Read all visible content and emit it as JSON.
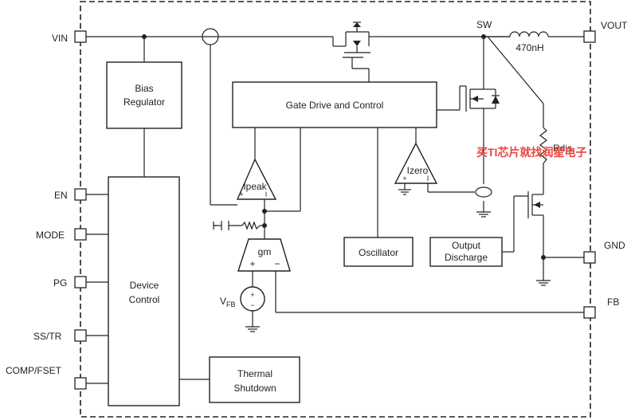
{
  "pins": {
    "vin": "VIN",
    "en": "EN",
    "mode": "MODE",
    "pg": "PG",
    "ss_tr": "SS/TR",
    "comp_fset": "COMP/FSET",
    "sw": "SW",
    "vout": "VOUT",
    "gnd": "GND",
    "fb": "FB"
  },
  "blocks": {
    "bias_regulator": [
      "Bias",
      "Regulator"
    ],
    "device_control": [
      "Device",
      "Control"
    ],
    "thermal_shutdown": [
      "Thermal",
      "Shutdown"
    ],
    "gate_drive": "Gate Drive and Control",
    "oscillator": "Oscillator",
    "output_discharge": [
      "Output",
      "Discharge"
    ]
  },
  "amplifiers": {
    "ipeak": "Ipeak",
    "izero": "Izero",
    "gm": "gm"
  },
  "components": {
    "inductor": "470nH",
    "rdis": "Rdis",
    "vfb_main": "V",
    "vfb_sub": "FB"
  },
  "signs": {
    "plus": "+",
    "minus": "−",
    "minus_bar": "I"
  },
  "watermark": "买TI芯片就找润星电子"
}
